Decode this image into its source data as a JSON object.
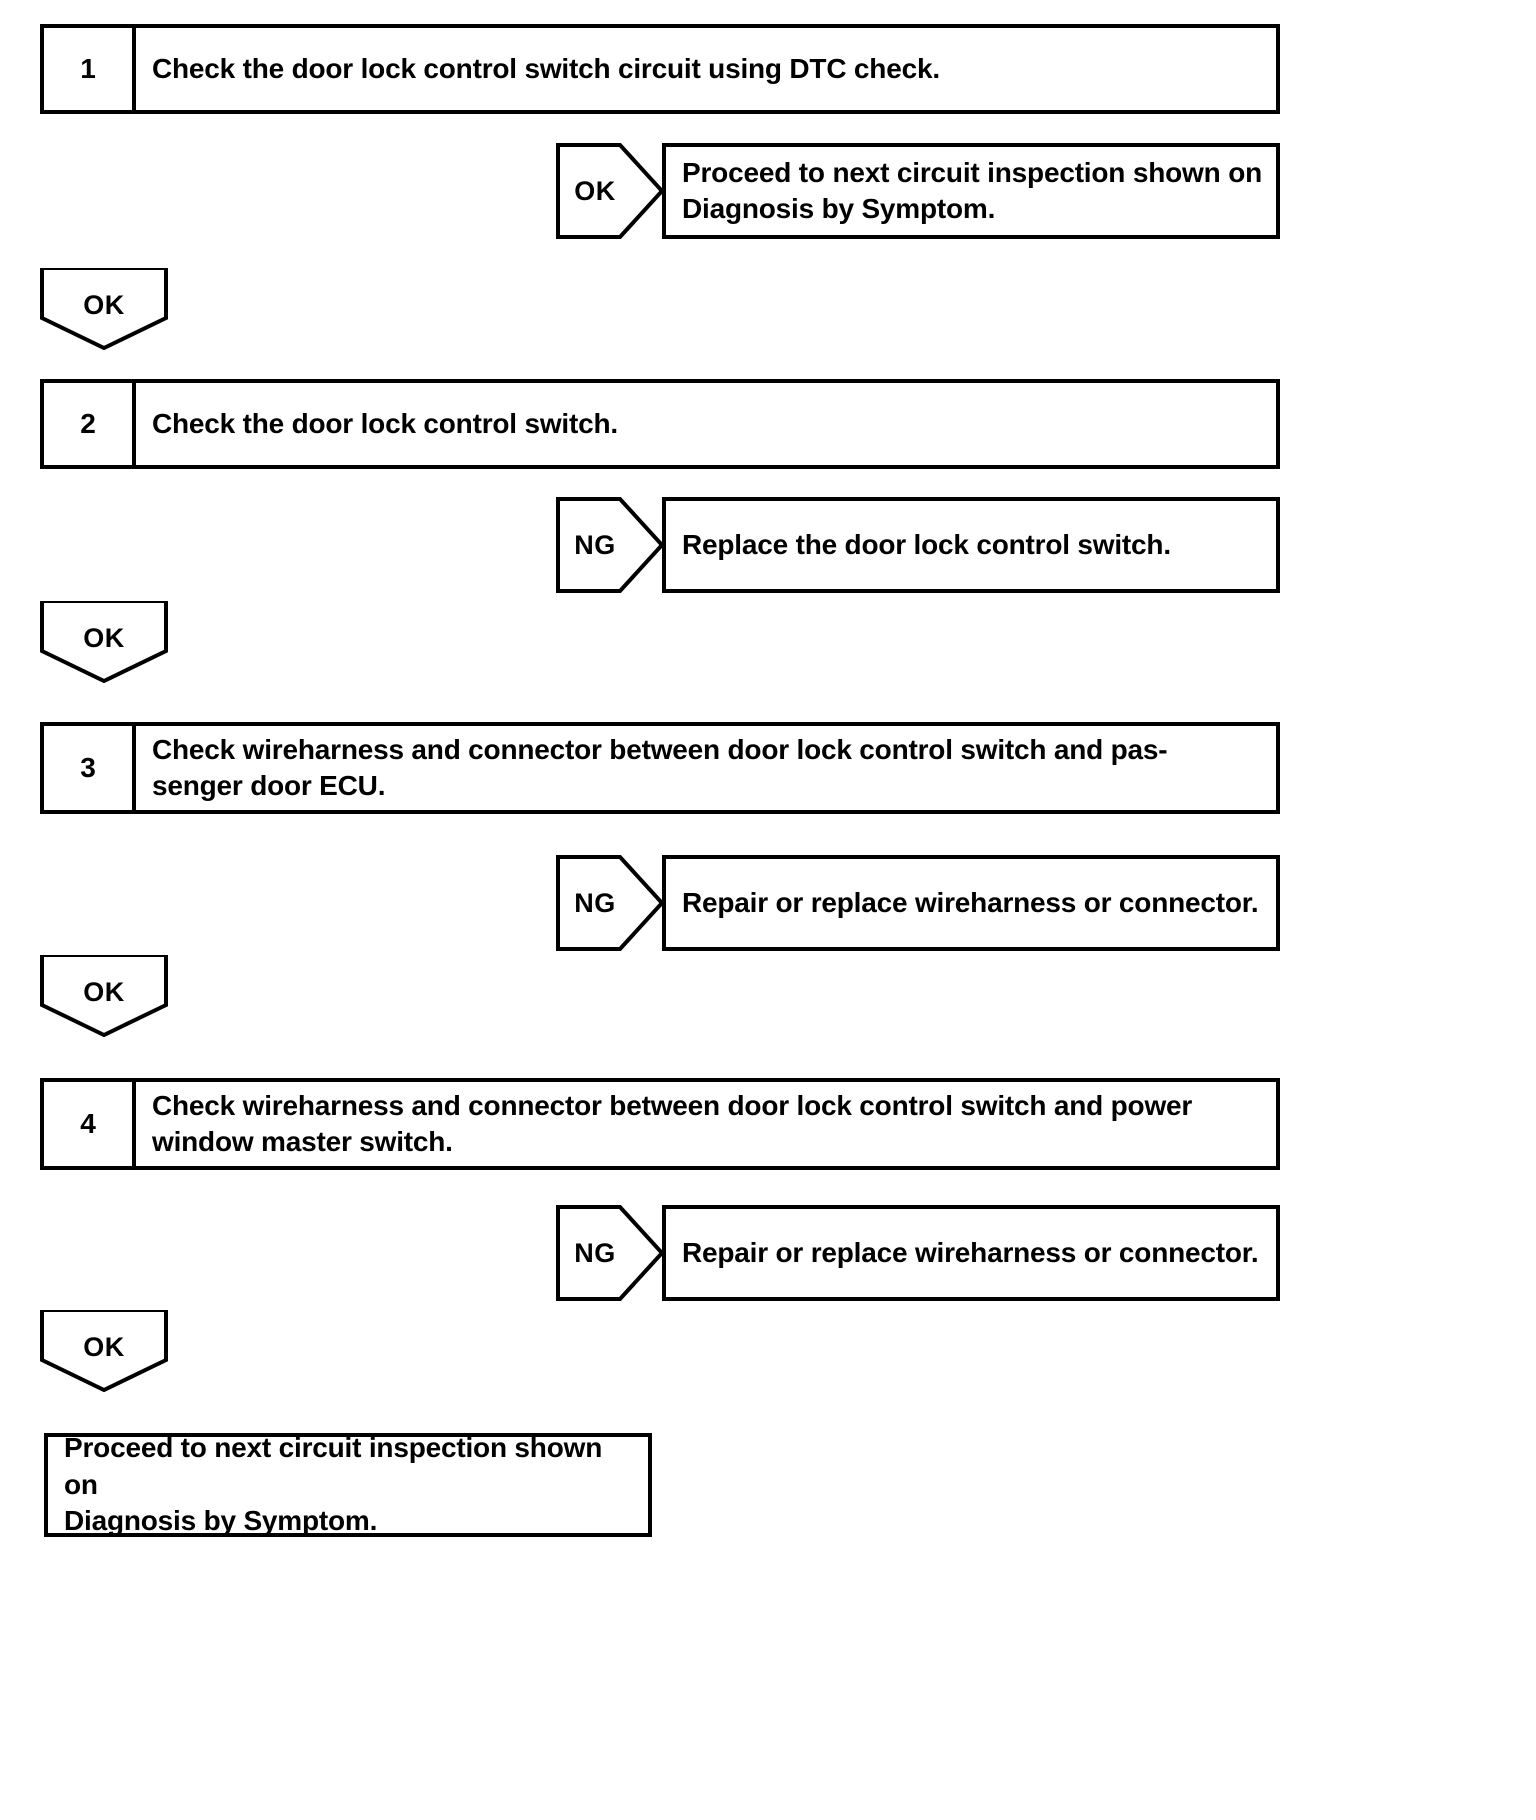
{
  "document": {
    "type": "troubleshooting-flowchart",
    "subject": "Door lock control switch circuit",
    "ink_color": "#000000",
    "paper_color": "#ffffff"
  },
  "steps": [
    {
      "number": "1",
      "lines": [
        "Check the door lock control switch circuit using DTC check."
      ]
    },
    {
      "number": "2",
      "lines": [
        "Check the door lock control switch."
      ]
    },
    {
      "number": "3",
      "lines": [
        "Check wireharness and connector between door lock control switch and pas-",
        "senger door ECU."
      ]
    },
    {
      "number": "4",
      "lines": [
        "Check wireharness and connector between door lock control switch and power",
        "window master switch."
      ]
    }
  ],
  "branches": [
    {
      "label": "OK",
      "result_lines": [
        "Proceed  to  next  circuit  inspection  shown  on",
        "Diagnosis by Symptom."
      ]
    },
    {
      "label": "NG",
      "result_lines": [
        "Replace the door lock control switch."
      ]
    },
    {
      "label": "NG",
      "result_lines": [
        "Repair or replace wireharness or connector."
      ]
    },
    {
      "label": "NG",
      "result_lines": [
        "Repair or replace wireharness or connector."
      ]
    }
  ],
  "pass_arrows": [
    {
      "label": "OK"
    },
    {
      "label": "OK"
    },
    {
      "label": "OK"
    },
    {
      "label": "OK"
    }
  ],
  "final": {
    "lines": [
      "Proceed to next circuit inspection shown on",
      "Diagnosis by Symptom."
    ]
  }
}
